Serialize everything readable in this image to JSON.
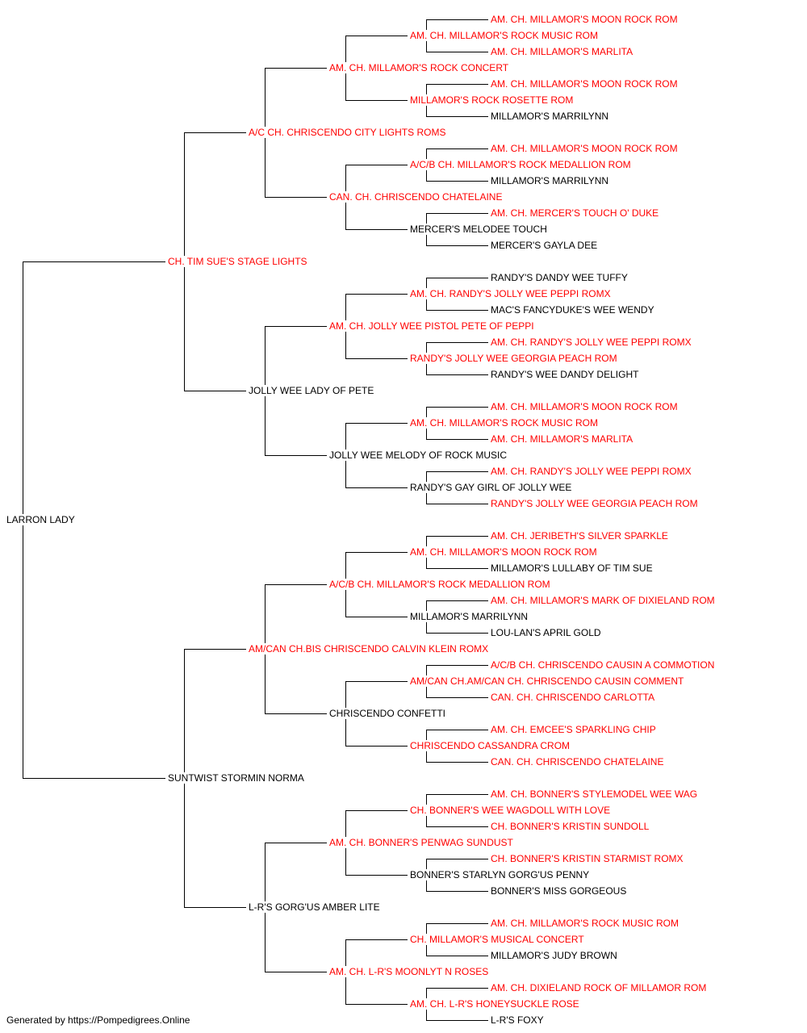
{
  "colors": {
    "champion": "#ff0000",
    "normal": "#000000",
    "line": "#000000"
  },
  "footer": "Generated by https://Pompedigrees.Online",
  "pedigree": {
    "name": "LARRON LADY",
    "champion": false,
    "sire": {
      "name": "CH. TIM SUE'S STAGE LIGHTS",
      "champion": true,
      "sire": {
        "name": "A/C CH. CHRISCENDO CITY LIGHTS ROMS",
        "champion": true,
        "sire": {
          "name": "AM. CH. MILLAMOR'S ROCK CONCERT",
          "champion": true,
          "sire": {
            "name": "AM. CH. MILLAMOR'S ROCK MUSIC ROM",
            "champion": true,
            "sire": {
              "name": "AM. CH. MILLAMOR'S MOON ROCK ROM",
              "champion": true
            },
            "dam": {
              "name": "AM. CH. MILLAMOR'S MARLITA",
              "champion": true
            }
          },
          "dam": {
            "name": "MILLAMOR'S ROCK ROSETTE ROM",
            "champion": true,
            "sire": {
              "name": "AM. CH. MILLAMOR'S MOON ROCK ROM",
              "champion": true
            },
            "dam": {
              "name": "MILLAMOR'S MARRILYNN",
              "champion": false
            }
          }
        },
        "dam": {
          "name": "CAN. CH. CHRISCENDO CHATELAINE",
          "champion": true,
          "sire": {
            "name": "A/C/B CH. MILLAMOR'S ROCK MEDALLION ROM",
            "champion": true,
            "sire": {
              "name": "AM. CH. MILLAMOR'S MOON ROCK ROM",
              "champion": true
            },
            "dam": {
              "name": "MILLAMOR'S MARRILYNN",
              "champion": false
            }
          },
          "dam": {
            "name": "MERCER'S MELODEE TOUCH",
            "champion": false,
            "sire": {
              "name": "AM. CH. MERCER'S TOUCH O' DUKE",
              "champion": true
            },
            "dam": {
              "name": "MERCER'S GAYLA DEE",
              "champion": false
            }
          }
        }
      },
      "dam": {
        "name": "JOLLY WEE LADY OF PETE",
        "champion": false,
        "sire": {
          "name": "AM. CH. JOLLY WEE PISTOL PETE OF PEPPI",
          "champion": true,
          "sire": {
            "name": "AM. CH. RANDY'S JOLLY WEE PEPPI ROMX",
            "champion": true,
            "sire": {
              "name": "RANDY'S DANDY WEE TUFFY",
              "champion": false
            },
            "dam": {
              "name": "MAC'S FANCYDUKE'S WEE WENDY",
              "champion": false
            }
          },
          "dam": {
            "name": "RANDY'S JOLLY WEE GEORGIA PEACH ROM",
            "champion": true,
            "sire": {
              "name": "AM. CH. RANDY'S JOLLY WEE PEPPI ROMX",
              "champion": true
            },
            "dam": {
              "name": "RANDY'S WEE DANDY DELIGHT",
              "champion": false
            }
          }
        },
        "dam": {
          "name": "JOLLY WEE MELODY OF ROCK MUSIC",
          "champion": false,
          "sire": {
            "name": "AM. CH. MILLAMOR'S ROCK MUSIC ROM",
            "champion": true,
            "sire": {
              "name": "AM. CH. MILLAMOR'S MOON ROCK ROM",
              "champion": true
            },
            "dam": {
              "name": "AM. CH. MILLAMOR'S MARLITA",
              "champion": true
            }
          },
          "dam": {
            "name": "RANDY'S GAY GIRL OF JOLLY WEE",
            "champion": false,
            "sire": {
              "name": "AM. CH. RANDY'S JOLLY WEE PEPPI ROMX",
              "champion": true
            },
            "dam": {
              "name": "RANDY'S JOLLY WEE GEORGIA PEACH ROM",
              "champion": true
            }
          }
        }
      }
    },
    "dam": {
      "name": "SUNTWIST STORMIN NORMA",
      "champion": false,
      "sire": {
        "name": "AM/CAN CH.BIS CHRISCENDO CALVIN KLEIN ROMX",
        "champion": true,
        "sire": {
          "name": "A/C/B CH. MILLAMOR'S ROCK MEDALLION ROM",
          "champion": true,
          "sire": {
            "name": "AM. CH. MILLAMOR'S MOON ROCK ROM",
            "champion": true,
            "sire": {
              "name": "AM. CH. JERIBETH'S SILVER SPARKLE",
              "champion": true
            },
            "dam": {
              "name": "MILLAMOR'S LULLABY OF TIM SUE",
              "champion": false
            }
          },
          "dam": {
            "name": "MILLAMOR'S MARRILYNN",
            "champion": false,
            "sire": {
              "name": "AM. CH. MILLAMOR'S MARK OF DIXIELAND ROM",
              "champion": true
            },
            "dam": {
              "name": "LOU-LAN'S APRIL GOLD",
              "champion": false
            }
          }
        },
        "dam": {
          "name": "CHRISCENDO CONFETTI",
          "champion": false,
          "sire": {
            "name": "AM/CAN CH.AM/CAN CH. CHRISCENDO CAUSIN COMMENT",
            "champion": true,
            "sire": {
              "name": "A/C/B CH. CHRISCENDO CAUSIN A COMMOTION",
              "champion": true
            },
            "dam": {
              "name": "CAN. CH. CHRISCENDO CARLOTTA",
              "champion": true
            }
          },
          "dam": {
            "name": "CHRISCENDO CASSANDRA CROM",
            "champion": true,
            "sire": {
              "name": "AM. CH. EMCEE'S SPARKLING CHIP",
              "champion": true
            },
            "dam": {
              "name": "CAN. CH. CHRISCENDO CHATELAINE",
              "champion": true
            }
          }
        }
      },
      "dam": {
        "name": "L-R'S GORG'US AMBER LITE",
        "champion": false,
        "sire": {
          "name": "AM. CH. BONNER'S PENWAG SUNDUST",
          "champion": true,
          "sire": {
            "name": "CH. BONNER'S WEE WAGDOLL WITH LOVE",
            "champion": true,
            "sire": {
              "name": "AM. CH. BONNER'S STYLEMODEL WEE WAG",
              "champion": true
            },
            "dam": {
              "name": "CH. BONNER'S KRISTIN SUNDOLL",
              "champion": true
            }
          },
          "dam": {
            "name": "BONNER'S STARLYN GORG'US PENNY",
            "champion": false,
            "sire": {
              "name": "CH. BONNER'S KRISTIN STARMIST ROMX",
              "champion": true
            },
            "dam": {
              "name": "BONNER'S MISS GORGEOUS",
              "champion": false
            }
          }
        },
        "dam": {
          "name": "AM. CH. L-R'S MOONLYT N ROSES",
          "champion": true,
          "sire": {
            "name": "CH. MILLAMOR'S MUSICAL CONCERT",
            "champion": true,
            "sire": {
              "name": "AM. CH. MILLAMOR'S ROCK MUSIC ROM",
              "champion": true
            },
            "dam": {
              "name": "MILLAMOR'S JUDY BROWN",
              "champion": false
            }
          },
          "dam": {
            "name": "AM. CH. L-R'S HONEYSUCKLE ROSE",
            "champion": true,
            "sire": {
              "name": "AM. CH. DIXIELAND ROCK OF MILLAMOR ROM",
              "champion": true
            },
            "dam": {
              "name": "L-R'S FOXY",
              "champion": false
            }
          }
        }
      }
    }
  }
}
